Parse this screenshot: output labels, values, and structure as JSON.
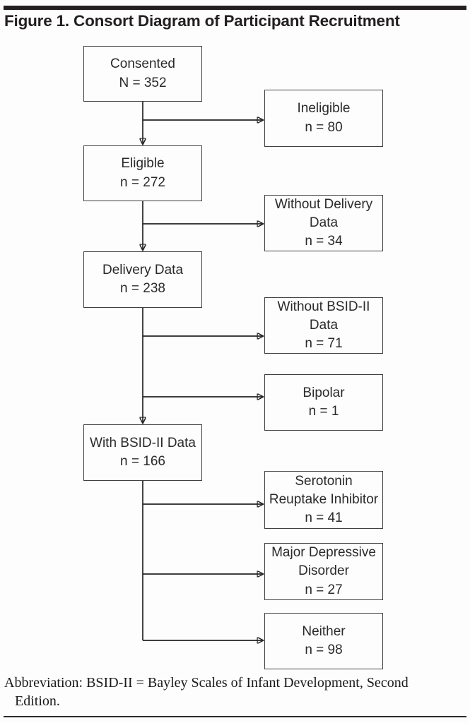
{
  "page": {
    "title": "Figure 1. Consort Diagram of Participant Recruitment",
    "footnote": {
      "line1": "Abbreviation: BSID-II = Bayley Scales of Infant Development, Second",
      "line2": "Edition."
    }
  },
  "colors": {
    "text": "#2a2a2a",
    "box_border": "#404040",
    "line": "#232323",
    "title_bar": "#231f20"
  },
  "diagram": {
    "boxes": {
      "consented": {
        "label": "Consented",
        "n": 352,
        "lines": [
          "Consented",
          "N = 352"
        ]
      },
      "ineligible": {
        "label": "Ineligible",
        "n": 80,
        "lines": [
          "Ineligible",
          "n = 80"
        ]
      },
      "eligible": {
        "label": "Eligible",
        "n": 272,
        "lines": [
          "Eligible",
          "n = 272"
        ]
      },
      "without_delivery": {
        "label": "Without Delivery Data",
        "n": 34,
        "lines": [
          "Without Delivery",
          "Data",
          "n = 34"
        ]
      },
      "delivery": {
        "label": "Delivery Data",
        "n": 238,
        "lines": [
          "Delivery Data",
          "n = 238"
        ]
      },
      "without_bsid": {
        "label": "Without BSID-II Data",
        "n": 71,
        "lines": [
          "Without BSID-II",
          "Data",
          "n = 71"
        ]
      },
      "bipolar": {
        "label": "Bipolar",
        "n": 1,
        "lines": [
          "Bipolar",
          "n = 1"
        ]
      },
      "with_bsid": {
        "label": "With BSID-II Data",
        "n": 166,
        "lines": [
          "With BSID-II Data",
          "n = 166"
        ]
      },
      "sri": {
        "label": "Serotonin Reuptake Inhibitor",
        "n": 41,
        "lines": [
          "Serotonin",
          "Reuptake Inhibitor",
          "n = 41"
        ]
      },
      "mdd": {
        "label": "Major Depressive Disorder",
        "n": 27,
        "lines": [
          "Major Depressive",
          "Disorder",
          "n = 27"
        ]
      },
      "neither": {
        "label": "Neither",
        "n": 98,
        "lines": [
          "Neither",
          "n = 98"
        ]
      }
    }
  }
}
